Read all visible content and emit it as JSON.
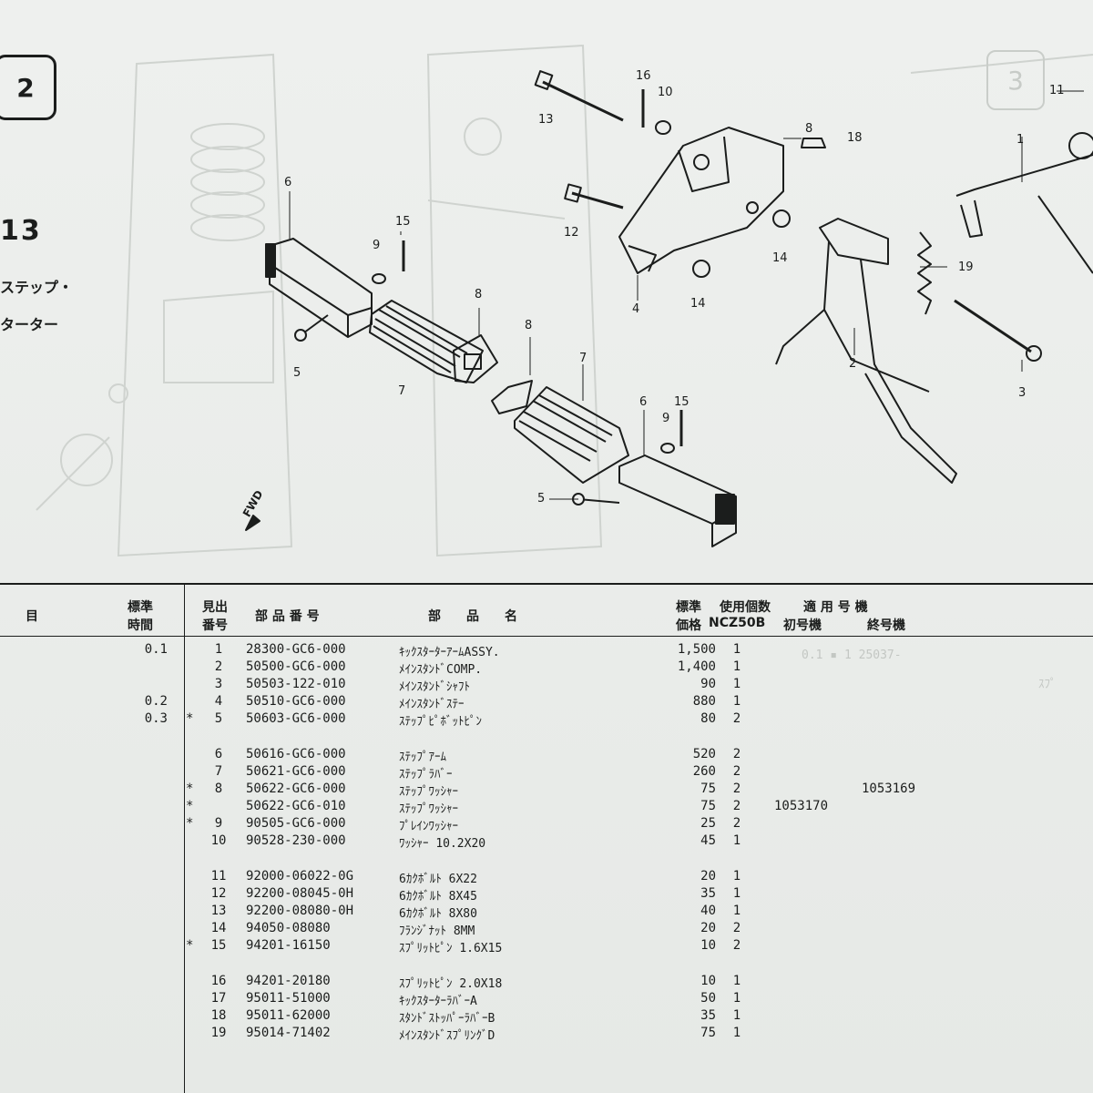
{
  "section": {
    "chip": "2",
    "number": "13",
    "name_line1": "ステップ・",
    "name_line2": "ターター"
  },
  "right_box": "3",
  "right_callout": "11",
  "fwd": "FWD",
  "callouts": [
    "16",
    "10",
    "13",
    "8",
    "18",
    "1",
    "6",
    "15",
    "9",
    "12",
    "8",
    "14",
    "7",
    "19",
    "4",
    "14",
    "2",
    "5",
    "7",
    "8",
    "3",
    "6",
    "9",
    "15",
    "5"
  ],
  "table": {
    "headers": {
      "item": "目",
      "time_l1": "標準",
      "time_l2": "時間",
      "ref_l1": "見出",
      "ref_l2": "番号",
      "part_no": "部 品 番 号",
      "part_name": "部　　品　　名",
      "price_l1": "標準",
      "price_l2": "価格",
      "qty_l1": "使用個数",
      "qty_l2": "NCZ50B",
      "applic": "適 用 号 機",
      "from": "初号機",
      "to": "終号機"
    },
    "rows": [
      {
        "time": "0.1",
        "star": "",
        "ref": "1",
        "part": "28300-GC6-000",
        "desc": "ｷｯｸｽﾀｰﾀｰｱｰﾑASSY.",
        "price": "1,500",
        "qty": "1",
        "from": "",
        "to": ""
      },
      {
        "time": "",
        "star": "",
        "ref": "2",
        "part": "50500-GC6-000",
        "desc": "ﾒｲﾝｽﾀﾝﾄﾞCOMP.",
        "price": "1,400",
        "qty": "1",
        "from": "",
        "to": ""
      },
      {
        "time": "",
        "star": "",
        "ref": "3",
        "part": "50503-122-010",
        "desc": "ﾒｲﾝｽﾀﾝﾄﾞｼｬﾌﾄ",
        "price": "90",
        "qty": "1",
        "from": "",
        "to": ""
      },
      {
        "time": "0.2",
        "star": "",
        "ref": "4",
        "part": "50510-GC6-000",
        "desc": "ﾒｲﾝｽﾀﾝﾄﾞｽﾃｰ",
        "price": "880",
        "qty": "1",
        "from": "",
        "to": ""
      },
      {
        "time": "0.3",
        "star": "*",
        "ref": "5",
        "part": "50603-GC6-000",
        "desc": "ｽﾃｯﾌﾟﾋﾟﾎﾞｯﾄﾋﾟﾝ",
        "price": "80",
        "qty": "2",
        "from": "",
        "to": ""
      },
      {
        "time": "",
        "star": "",
        "ref": "6",
        "part": "50616-GC6-000",
        "desc": "ｽﾃｯﾌﾟｱｰﾑ",
        "price": "520",
        "qty": "2",
        "from": "",
        "to": ""
      },
      {
        "time": "",
        "star": "",
        "ref": "7",
        "part": "50621-GC6-000",
        "desc": "ｽﾃｯﾌﾟﾗﾊﾞｰ",
        "price": "260",
        "qty": "2",
        "from": "",
        "to": ""
      },
      {
        "time": "",
        "star": "*",
        "ref": "8",
        "part": "50622-GC6-000",
        "desc": "ｽﾃｯﾌﾟﾜｯｼｬｰ",
        "price": "75",
        "qty": "2",
        "from": "",
        "to": "1053169"
      },
      {
        "time": "",
        "star": "*",
        "ref": "",
        "part": "50622-GC6-010",
        "desc": "ｽﾃｯﾌﾟﾜｯｼｬｰ",
        "price": "75",
        "qty": "2",
        "from": "1053170",
        "to": ""
      },
      {
        "time": "",
        "star": "*",
        "ref": "9",
        "part": "90505-GC6-000",
        "desc": "ﾌﾟﾚｲﾝﾜｯｼｬｰ",
        "price": "25",
        "qty": "2",
        "from": "",
        "to": ""
      },
      {
        "time": "",
        "star": "",
        "ref": "10",
        "part": "90528-230-000",
        "desc": "ﾜｯｼｬｰ 10.2X20",
        "price": "45",
        "qty": "1",
        "from": "",
        "to": ""
      },
      {
        "time": "",
        "star": "",
        "ref": "11",
        "part": "92000-06022-0G",
        "desc": "6ｶｸﾎﾞﾙﾄ 6X22",
        "price": "20",
        "qty": "1",
        "from": "",
        "to": ""
      },
      {
        "time": "",
        "star": "",
        "ref": "12",
        "part": "92200-08045-0H",
        "desc": "6ｶｸﾎﾞﾙﾄ 8X45",
        "price": "35",
        "qty": "1",
        "from": "",
        "to": ""
      },
      {
        "time": "",
        "star": "",
        "ref": "13",
        "part": "92200-08080-0H",
        "desc": "6ｶｸﾎﾞﾙﾄ 8X80",
        "price": "40",
        "qty": "1",
        "from": "",
        "to": ""
      },
      {
        "time": "",
        "star": "",
        "ref": "14",
        "part": "94050-08080",
        "desc": "ﾌﾗﾝｼﾞﾅｯﾄ 8MM",
        "price": "20",
        "qty": "2",
        "from": "",
        "to": ""
      },
      {
        "time": "",
        "star": "*",
        "ref": "15",
        "part": "94201-16150",
        "desc": "ｽﾌﾟﾘｯﾄﾋﾟﾝ 1.6X15",
        "price": "10",
        "qty": "2",
        "from": "",
        "to": ""
      },
      {
        "time": "",
        "star": "",
        "ref": "16",
        "part": "94201-20180",
        "desc": "ｽﾌﾟﾘｯﾄﾋﾟﾝ 2.0X18",
        "price": "10",
        "qty": "1",
        "from": "",
        "to": ""
      },
      {
        "time": "",
        "star": "",
        "ref": "17",
        "part": "95011-51000",
        "desc": "ｷｯｸｽﾀｰﾀｰﾗﾊﾞｰA",
        "price": "50",
        "qty": "1",
        "from": "",
        "to": ""
      },
      {
        "time": "",
        "star": "",
        "ref": "18",
        "part": "95011-62000",
        "desc": "ｽﾀﾝﾄﾞｽﾄｯﾊﾟｰﾗﾊﾞｰB",
        "price": "35",
        "qty": "1",
        "from": "",
        "to": ""
      },
      {
        "time": "",
        "star": "",
        "ref": "19",
        "part": "95014-71402",
        "desc": "ﾒｲﾝｽﾀﾝﾄﾞｽﾌﾟﾘﾝｸﾞD",
        "price": "75",
        "qty": "1",
        "from": "",
        "to": ""
      }
    ]
  }
}
